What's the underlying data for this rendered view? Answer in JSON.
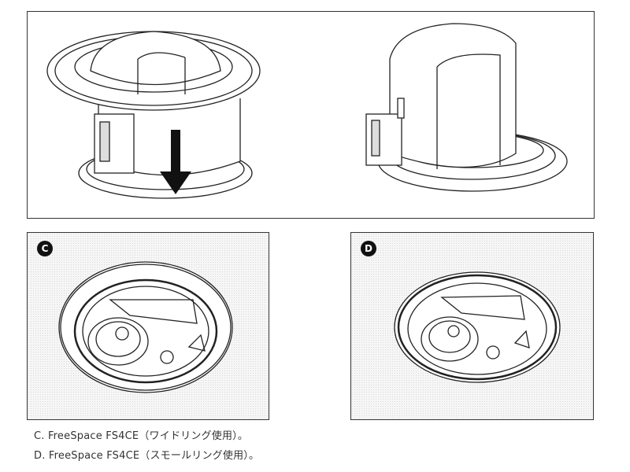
{
  "figures": {
    "top": {
      "arrow": "down-arrow-icon"
    },
    "panel_c": {
      "badge": "C"
    },
    "panel_d": {
      "badge": "D"
    }
  },
  "captions": [
    "C. FreeSpace FS4CE（ワイドリング使用）。",
    "D. FreeSpace FS4CE（スモールリング使用）。"
  ]
}
